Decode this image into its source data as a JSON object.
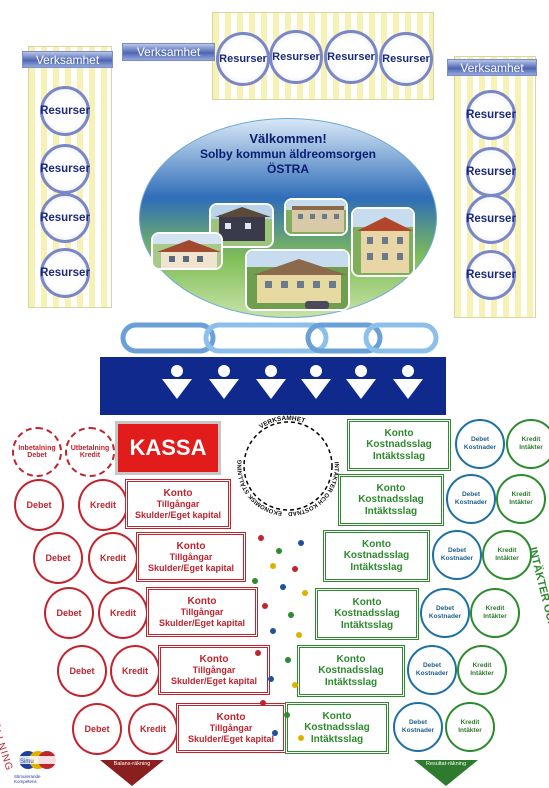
{
  "header": {
    "left_label": "Verksamhet",
    "mid_label": "Verksamhet",
    "right_label": "Verksamhet",
    "top_resources": [
      "Resurser",
      "Resurser",
      "Resurser",
      "Resurser"
    ],
    "left_resources": [
      "Resurser",
      "Resurser",
      "Resurser",
      "Resurser"
    ],
    "right_resources": [
      "Resurser",
      "Resurser",
      "Resurser",
      "Resurser"
    ]
  },
  "welcome": {
    "line1": "Välkommen!",
    "line2": "Solby kommun äldreomsorgen",
    "line3": "ÖSTRA"
  },
  "kassa": {
    "title": "KASSA",
    "inbet_1": "Inbetalning",
    "inbet_2": "Debet",
    "utbet_1": "Utbetalning",
    "utbet_2": "Kredit"
  },
  "ring_text": {
    "top": "VERKSAMHET",
    "left": "EKONOMISK STÄLLNING",
    "right": "INTÄKTER OCH KOSTNADER"
  },
  "left_rows": [
    {
      "debet": "Debet",
      "kredit": "Kredit",
      "l1": "Konto",
      "l2": "Tillgångar",
      "l3": "Skulder/Eget kapital"
    },
    {
      "debet": "Debet",
      "kredit": "Kredit",
      "l1": "Konto",
      "l2": "Tillgångar",
      "l3": "Skulder/Eget kapital"
    },
    {
      "debet": "Debet",
      "kredit": "Kredit",
      "l1": "Konto",
      "l2": "Tillgångar",
      "l3": "Skulder/Eget kapital"
    },
    {
      "debet": "Debet",
      "kredit": "Kredit",
      "l1": "Konto",
      "l2": "Tillgångar",
      "l3": "Skulder/Eget kapital"
    },
    {
      "debet": "Debet",
      "kredit": "Kredit",
      "l1": "Konto",
      "l2": "Tillgångar",
      "l3": "Skulder/Eget kapital"
    }
  ],
  "right_rows": [
    {
      "l1": "Konto",
      "l2": "Kostnadsslag",
      "l3": "Intäktsslag",
      "d1": "Debet",
      "d2": "Kostnader",
      "k1": "Kredit",
      "k2": "Intäkter"
    },
    {
      "l1": "Konto",
      "l2": "Kostnadsslag",
      "l3": "Intäktsslag",
      "d1": "Debet",
      "d2": "Kostnader",
      "k1": "Kredit",
      "k2": "Intäkter"
    },
    {
      "l1": "Konto",
      "l2": "Kostnadsslag",
      "l3": "Intäktsslag",
      "d1": "Debet",
      "d2": "Kostnader",
      "k1": "Kredit",
      "k2": "Intäkter"
    },
    {
      "l1": "Konto",
      "l2": "Kostnadsslag",
      "l3": "Intäktsslag",
      "d1": "Debet",
      "d2": "Kostnader",
      "k1": "Kredit",
      "k2": "Intäkter"
    },
    {
      "l1": "Konto",
      "l2": "Kostnadsslag",
      "l3": "Intäktsslag",
      "d1": "Debet",
      "d2": "Kostnader",
      "k1": "Kredit",
      "k2": "Intäkter"
    },
    {
      "l1": "Konto",
      "l2": "Kostnadsslag",
      "l3": "Intäktsslag",
      "d1": "Debet",
      "d2": "Kostnader",
      "k1": "Kredit",
      "k2": "Intäkter"
    }
  ],
  "bottom": {
    "left_tri": "Balans-räkning",
    "right_tri": "Resultat-räkning",
    "logo_text": "Stimulerande Kompetens"
  },
  "colors": {
    "red": "#c0252f",
    "green": "#2e8a2e",
    "navy": "#0f2a8c",
    "kassa": "#e21b1b"
  }
}
